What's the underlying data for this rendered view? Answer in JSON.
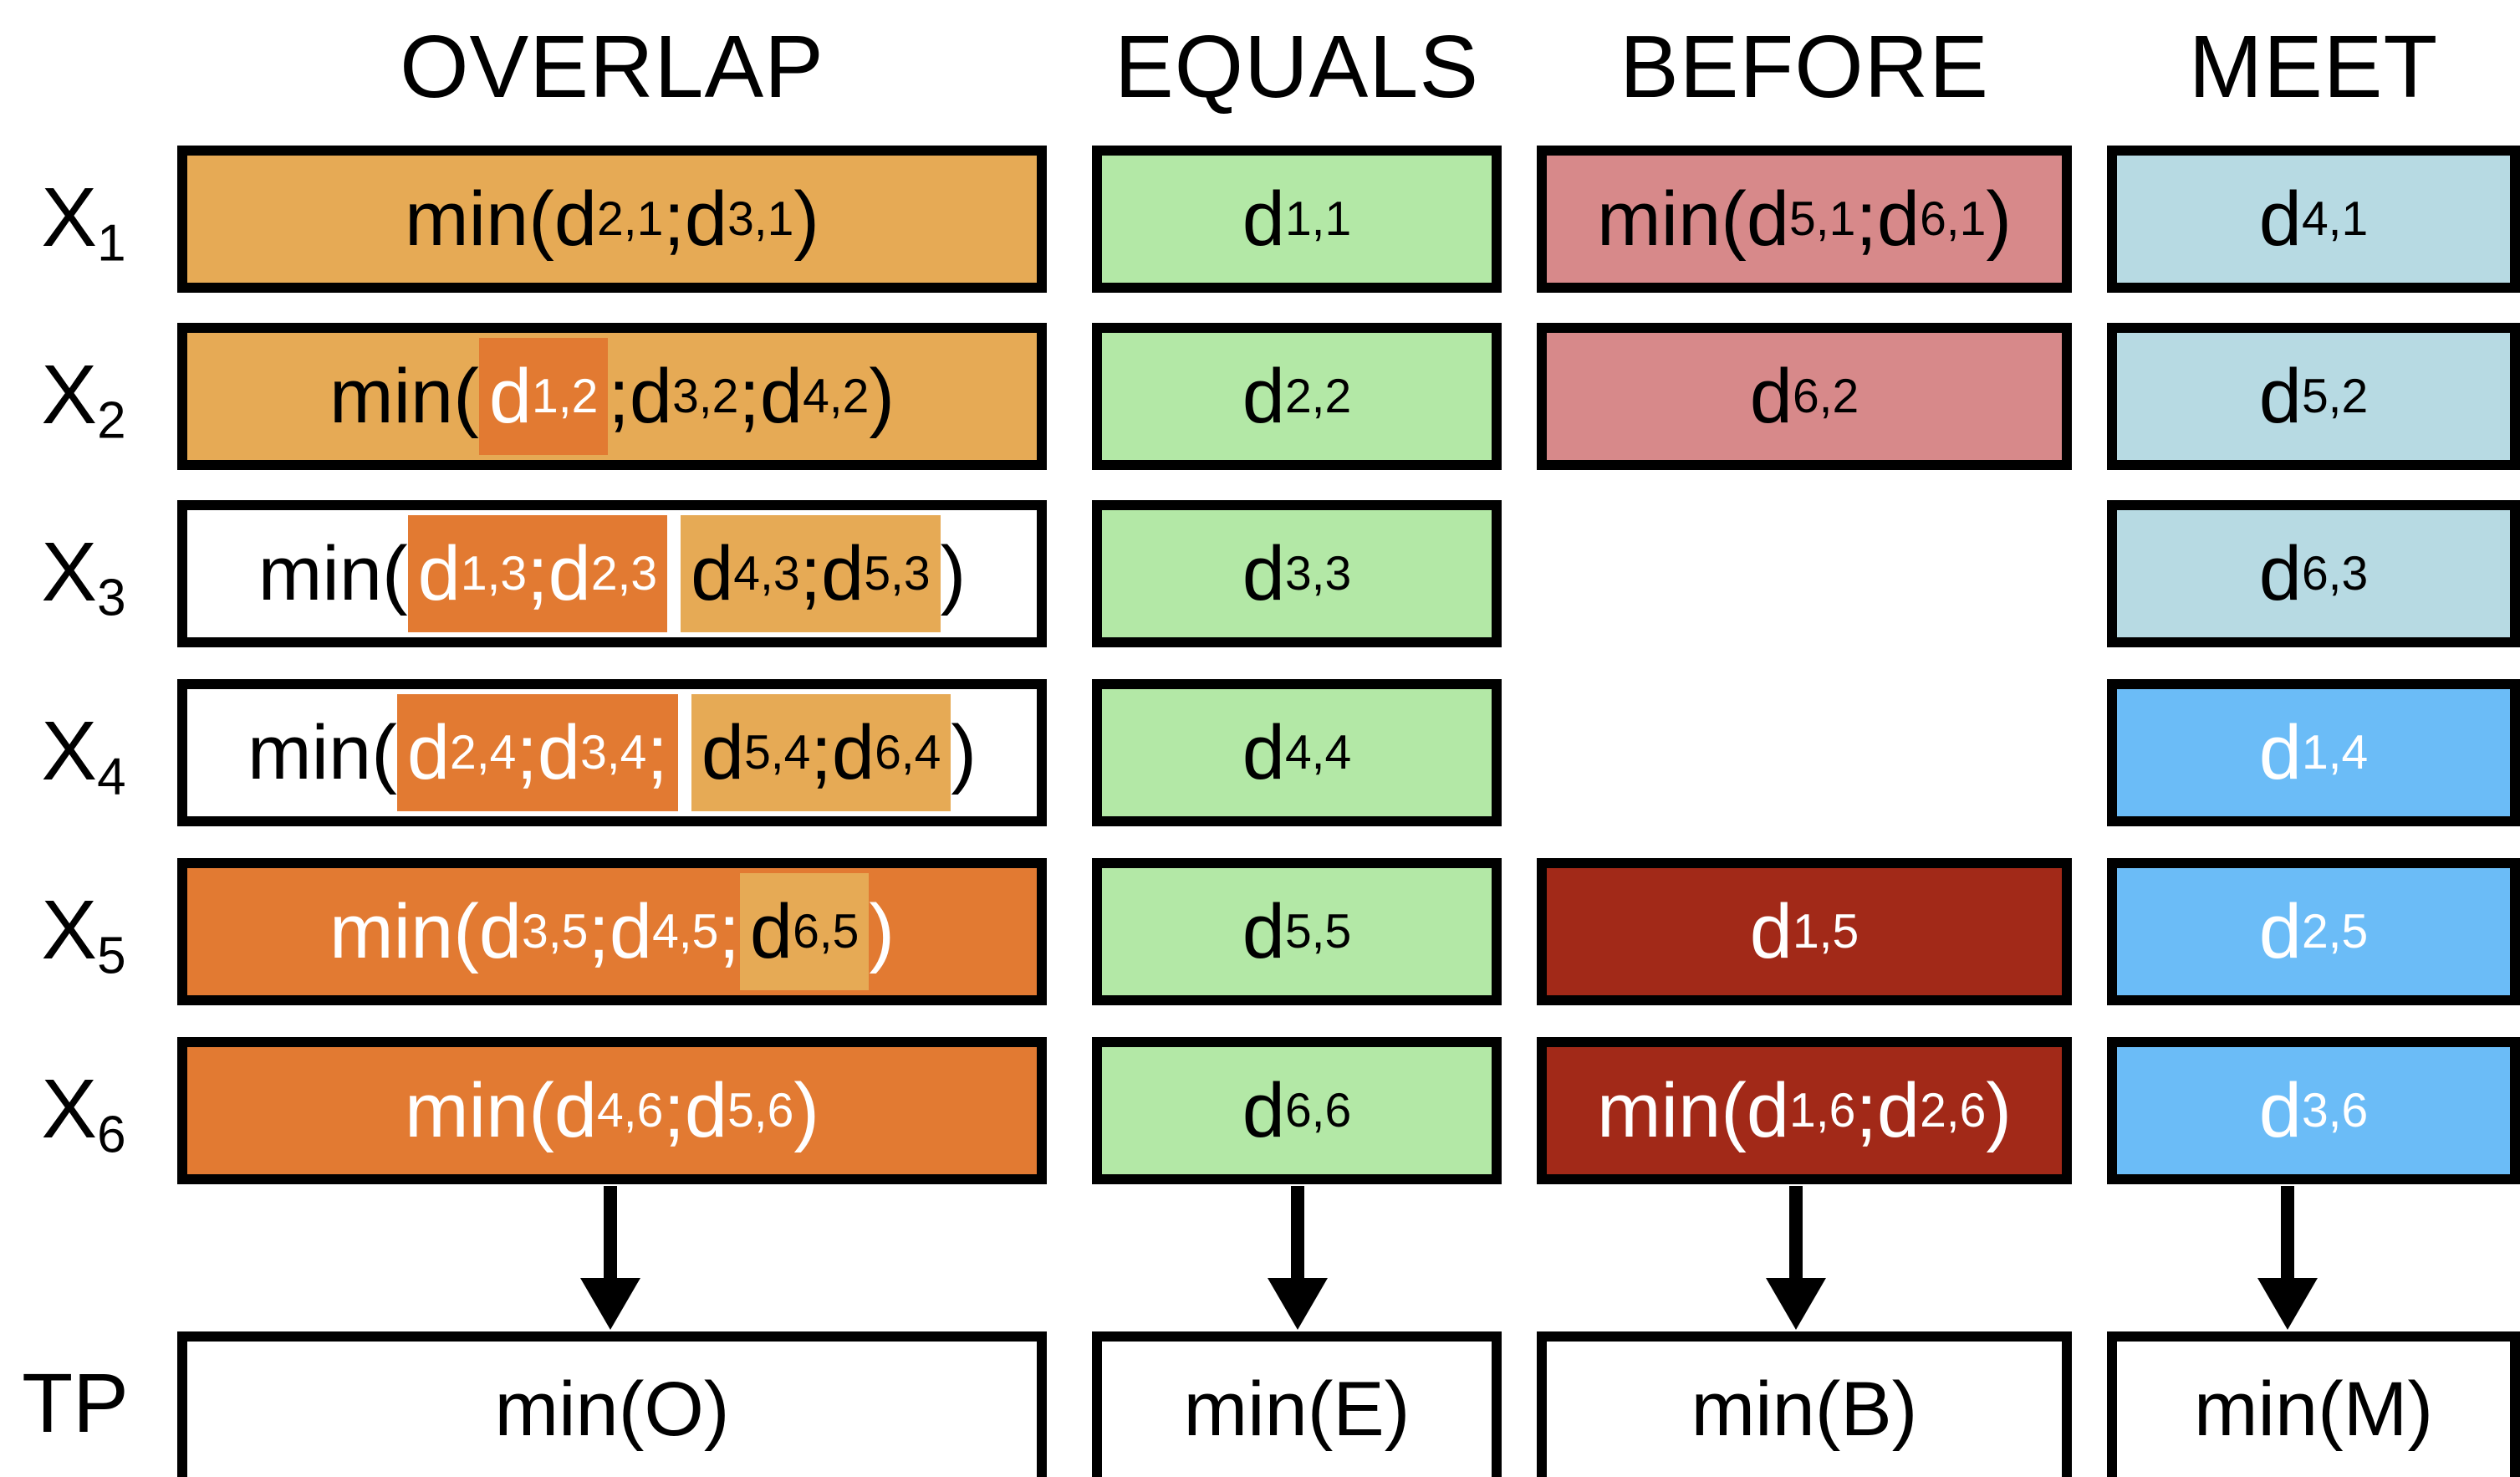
{
  "headers": [
    "OVERLAP",
    "EQUALS",
    "BEFORE",
    "MEET"
  ],
  "row_labels": [
    {
      "base": "X",
      "sub": "1"
    },
    {
      "base": "X",
      "sub": "2"
    },
    {
      "base": "X",
      "sub": "3"
    },
    {
      "base": "X",
      "sub": "4"
    },
    {
      "base": "X",
      "sub": "5"
    },
    {
      "base": "X",
      "sub": "6"
    }
  ],
  "tp_label": "TP",
  "tp_values": [
    "min(O)",
    "min(E)",
    "min(B)",
    "min(M)"
  ],
  "colors": {
    "overlap_light": "#E6AA55",
    "overlap_dark": "#E27A32",
    "equals_green": "#B3E8A6",
    "before_pink": "#D7898A",
    "before_dark": "#A22918",
    "meet_light": "#B7DAE3",
    "meet_bright": "#6BBCF7",
    "white": "#FFFFFF",
    "black": "#000000"
  },
  "columns": [
    {
      "key": "overlap",
      "cells": [
        {
          "fill": "#E6AA55",
          "text_color": "#000000",
          "parts": [
            {
              "t": "min(d"
            },
            {
              "s": "2,1"
            },
            {
              "t": ";d"
            },
            {
              "s": "3,1"
            },
            {
              "t": ")"
            }
          ]
        },
        {
          "fill": "#E6AA55",
          "text_color": "#000000",
          "parts": [
            {
              "t": "min( "
            },
            {
              "chip": "#E27A32",
              "color": "#FFFFFF",
              "parts": [
                {
                  "t": "d"
                },
                {
                  "s": "1,2"
                }
              ]
            },
            {
              "t": ";d"
            },
            {
              "s": "3,2"
            },
            {
              "t": ";d"
            },
            {
              "s": "4,2"
            },
            {
              "t": ")"
            }
          ]
        },
        {
          "fill": "#FFFFFF",
          "text_color": "#000000",
          "parts": [
            {
              "t": "min("
            },
            {
              "chip": "#E27A32",
              "color": "#FFFFFF",
              "parts": [
                {
                  "t": "d"
                },
                {
                  "s": "1,3"
                },
                {
                  "t": ";d"
                },
                {
                  "s": "2,3"
                }
              ]
            },
            {
              "chip": "#E6AA55",
              "color": "#000000",
              "parts": [
                {
                  "t": "d"
                },
                {
                  "s": "4,3"
                },
                {
                  "t": ";d"
                },
                {
                  "s": "5,3"
                }
              ]
            },
            {
              "t": " )"
            }
          ]
        },
        {
          "fill": "#FFFFFF",
          "text_color": "#000000",
          "parts": [
            {
              "t": "min("
            },
            {
              "chip": "#E27A32",
              "color": "#FFFFFF",
              "parts": [
                {
                  "t": "d"
                },
                {
                  "s": "2,4"
                },
                {
                  "t": ";d"
                },
                {
                  "s": "3,4"
                },
                {
                  "t": ";"
                }
              ]
            },
            {
              "chip": "#E6AA55",
              "color": "#000000",
              "parts": [
                {
                  "t": "d"
                },
                {
                  "s": "5,4"
                },
                {
                  "t": ";d"
                },
                {
                  "s": "6,4"
                }
              ]
            },
            {
              "t": " )"
            }
          ]
        },
        {
          "fill": "#E27A32",
          "text_color": "#FFFFFF",
          "parts": [
            {
              "t": "min(d"
            },
            {
              "s": "3,5"
            },
            {
              "t": ";d"
            },
            {
              "s": "4,5"
            },
            {
              "t": "; "
            },
            {
              "chip": "#E6AA55",
              "color": "#000000",
              "parts": [
                {
                  "t": "d"
                },
                {
                  "s": "6,5"
                }
              ]
            },
            {
              "t": " )"
            }
          ]
        },
        {
          "fill": "#E27A32",
          "text_color": "#FFFFFF",
          "parts": [
            {
              "t": "min(d"
            },
            {
              "s": "4,6"
            },
            {
              "t": ";d"
            },
            {
              "s": "5,6"
            },
            {
              "t": " )"
            }
          ]
        }
      ]
    },
    {
      "key": "equals",
      "cells": [
        {
          "fill": "#B3E8A6",
          "text_color": "#000000",
          "parts": [
            {
              "t": "d"
            },
            {
              "s": "1,1"
            }
          ]
        },
        {
          "fill": "#B3E8A6",
          "text_color": "#000000",
          "parts": [
            {
              "t": "d"
            },
            {
              "s": "2,2"
            }
          ]
        },
        {
          "fill": "#B3E8A6",
          "text_color": "#000000",
          "parts": [
            {
              "t": "d"
            },
            {
              "s": "3,3"
            }
          ]
        },
        {
          "fill": "#B3E8A6",
          "text_color": "#000000",
          "parts": [
            {
              "t": "d"
            },
            {
              "s": "4,4"
            }
          ]
        },
        {
          "fill": "#B3E8A6",
          "text_color": "#000000",
          "parts": [
            {
              "t": "d"
            },
            {
              "s": "5,5"
            }
          ]
        },
        {
          "fill": "#B3E8A6",
          "text_color": "#000000",
          "parts": [
            {
              "t": "d"
            },
            {
              "s": "6,6"
            }
          ]
        }
      ]
    },
    {
      "key": "before",
      "cells": [
        {
          "fill": "#D7898A",
          "text_color": "#000000",
          "parts": [
            {
              "t": "min(d"
            },
            {
              "s": "5,1"
            },
            {
              "t": ";d"
            },
            {
              "s": "6,1"
            },
            {
              "t": ")"
            }
          ]
        },
        {
          "fill": "#D7898A",
          "text_color": "#000000",
          "parts": [
            {
              "t": "d"
            },
            {
              "s": "6,2"
            }
          ]
        },
        null,
        null,
        {
          "fill": "#A22918",
          "text_color": "#FFFFFF",
          "parts": [
            {
              "t": "d"
            },
            {
              "s": "1,5"
            }
          ]
        },
        {
          "fill": "#A22918",
          "text_color": "#FFFFFF",
          "parts": [
            {
              "t": "min(d"
            },
            {
              "s": "1,6"
            },
            {
              "t": ";d"
            },
            {
              "s": "2,6"
            },
            {
              "t": ")"
            }
          ]
        }
      ]
    },
    {
      "key": "meet",
      "cells": [
        {
          "fill": "#B7DAE3",
          "text_color": "#000000",
          "parts": [
            {
              "t": "d"
            },
            {
              "s": "4,1"
            }
          ]
        },
        {
          "fill": "#B7DAE3",
          "text_color": "#000000",
          "parts": [
            {
              "t": "d"
            },
            {
              "s": "5,2"
            }
          ]
        },
        {
          "fill": "#B7DAE3",
          "text_color": "#000000",
          "parts": [
            {
              "t": "d"
            },
            {
              "s": "6,3"
            }
          ]
        },
        {
          "fill": "#6BBCF7",
          "text_color": "#FFFFFF",
          "parts": [
            {
              "t": "d"
            },
            {
              "s": "1,4"
            }
          ]
        },
        {
          "fill": "#6BBCF7",
          "text_color": "#FFFFFF",
          "parts": [
            {
              "t": "d"
            },
            {
              "s": "2,5"
            }
          ]
        },
        {
          "fill": "#6BBCF7",
          "text_color": "#FFFFFF",
          "parts": [
            {
              "t": "d"
            },
            {
              "s": "3,6"
            }
          ]
        }
      ]
    }
  ]
}
